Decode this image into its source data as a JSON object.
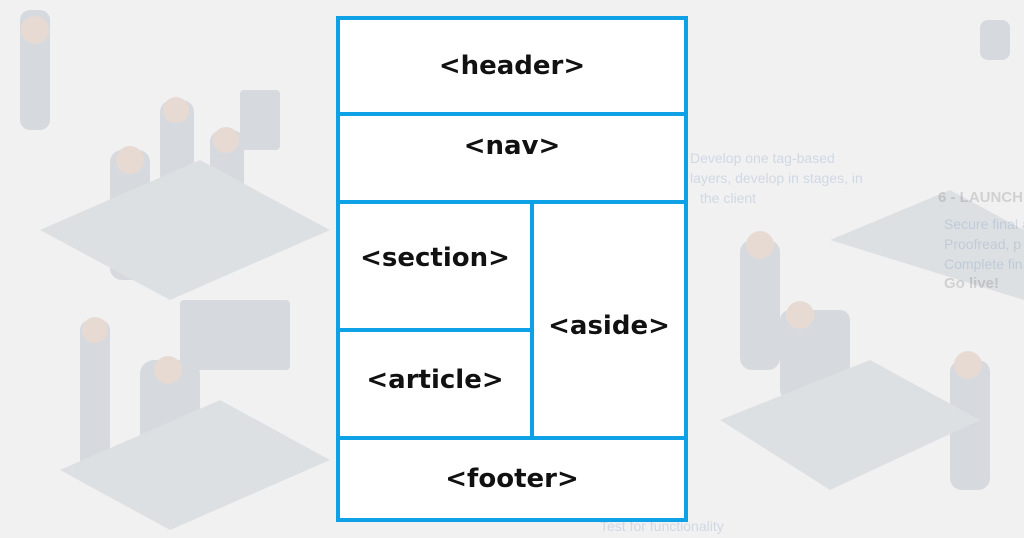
{
  "diagram": {
    "header": "<header>",
    "nav": "<nav>",
    "section": "<section>",
    "article": "<article>",
    "aside": "<aside>",
    "footer": "<footer>"
  },
  "background": {
    "text_lines": [
      "Develop one tag-based",
      "layers, develop in stages, in",
      "the client",
      "6 - LAUNCH",
      "Secure final a",
      "Proofread, p",
      "Complete fin",
      "Go live!",
      "Test for functionality"
    ]
  },
  "colors": {
    "border": "#0ea1e6",
    "background": "#f1f1f2",
    "cell_fill": "#ffffff",
    "label_text": "#111111"
  }
}
